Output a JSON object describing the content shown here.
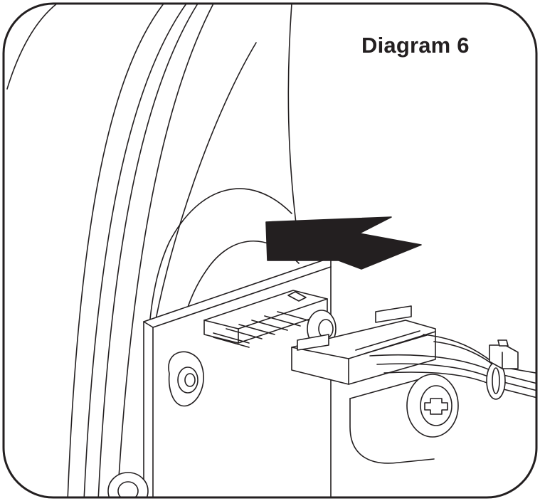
{
  "title": "Diagram 6",
  "colors": {
    "ink": "#231f20",
    "paper": "#ffffff"
  },
  "parts": [
    "housing-wall",
    "circuit-board",
    "pin-header-connector",
    "wire-harness-plug",
    "cable-tie",
    "phillips-screw",
    "standoff-spacer",
    "insertion-arrow"
  ]
}
